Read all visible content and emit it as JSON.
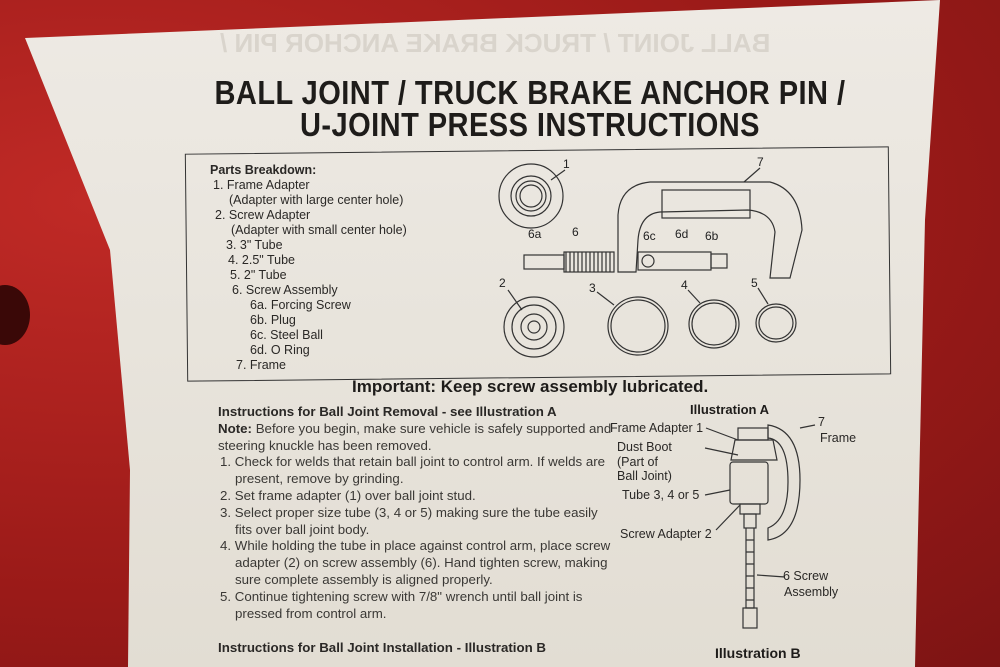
{
  "title": {
    "line1": "BALL JOINT / TRUCK BRAKE ANCHOR PIN /",
    "line2": "U-JOINT PRESS INSTRUCTIONS"
  },
  "parts_breakdown": {
    "heading": "Parts Breakdown:",
    "items": [
      "1. Frame Adapter",
      "(Adapter with large center hole)",
      "2. Screw Adapter",
      "(Adapter with small center hole)",
      "3. 3\" Tube",
      "4. 2.5\" Tube",
      "5. 2\" Tube",
      "6. Screw Assembly",
      "6a. Forcing Screw",
      "6b. Plug",
      "6c. Steel Ball",
      "6d. O Ring",
      "7. Frame"
    ],
    "diagram_labels": {
      "p1": "1",
      "p2": "2",
      "p3": "3",
      "p4": "4",
      "p5": "5",
      "p6": "6",
      "p6a": "6a",
      "p6b": "6b",
      "p6c": "6c",
      "p6d": "6d",
      "p7": "7"
    }
  },
  "important": "Important: Keep screw assembly lubricated.",
  "removal": {
    "heading": "Instructions for Ball Joint Removal - see Illustration A",
    "note_label": "Note:",
    "note": "Before you begin, make sure vehicle is safely supported and steering knuckle has been removed.",
    "steps": [
      "1. Check for welds that retain ball joint to control arm. If welds are present, remove by grinding.",
      "2. Set frame adapter (1) over ball joint stud.",
      "3. Select proper size tube (3, 4 or 5) making sure the tube easily fits over ball joint body.",
      "4. While holding the tube in place against control arm, place screw adapter (2) on screw assembly (6). Hand tighten screw, making sure complete assembly is aligned properly.",
      "5. Continue tightening screw with 7/8\" wrench until ball joint is pressed from control arm."
    ]
  },
  "installation": {
    "heading": "Instructions for Ball Joint Installation - Illustration B"
  },
  "illustration_a": {
    "title": "Illustration A",
    "callouts": {
      "frame_adapter": "Frame Adapter 1",
      "dust_boot": "Dust Boot",
      "dust_boot_2": "(Part of",
      "dust_boot_3": "Ball Joint)",
      "tube": "Tube 3, 4 or 5",
      "screw_adapter": "Screw Adapter 2",
      "frame_num": "7",
      "frame": "Frame",
      "screw_assembly_1": "6 Screw",
      "screw_assembly_2": "Assembly"
    }
  },
  "illustration_b": {
    "title": "Illustration B"
  },
  "colors": {
    "background": "#a51d1c",
    "paper": "#e8e4dc",
    "ink": "#1e1c1a"
  }
}
